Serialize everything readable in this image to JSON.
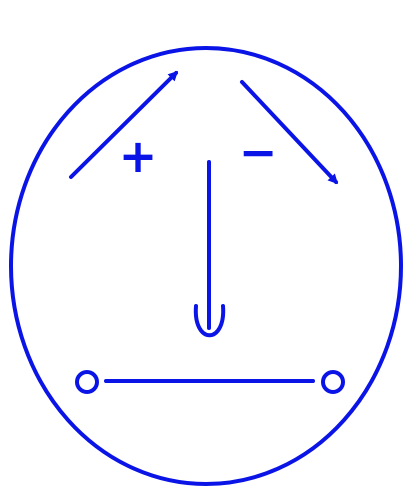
{
  "diagram": {
    "stroke_color": "#0a14e6",
    "background": "#ffffff",
    "symbols": {
      "plus": "+",
      "minus": "−"
    },
    "shapes": [
      "outer-ellipse",
      "up-right-arrow",
      "down-right-arrow",
      "center-down-arrow",
      "u-curve",
      "left-terminal",
      "right-terminal",
      "connecting-line"
    ]
  }
}
